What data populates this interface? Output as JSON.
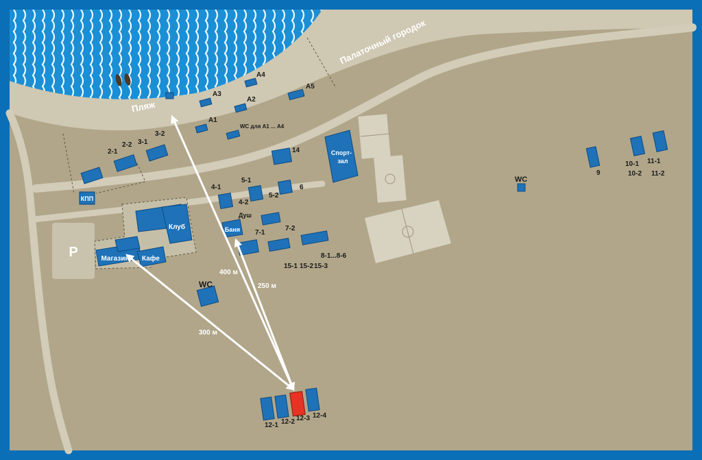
{
  "colors": {
    "frame": "#0a6fb6",
    "ground": "#b1a68a",
    "road": "#d2ccb8",
    "sea": "#1a8fd6",
    "building": "#1f72b8",
    "highlight": "#e63323",
    "court": "#d8d2c0"
  },
  "areas": {
    "beach": "Пляж",
    "tent_town": "Палаточный городок",
    "parking": "Р"
  },
  "facilities": {
    "club": "Клуб",
    "shop": "Магазин",
    "cafe": "Кафе",
    "sauna": "Баня",
    "shower": "Душ",
    "gym_line1": "Спорт-",
    "gym_line2": "зал",
    "checkpoint": "КПП",
    "wc": "WC",
    "wc_a": "WC для А1 ... А4"
  },
  "cabins": {
    "a1": "А1",
    "a2": "А2",
    "a3": "А3",
    "a4": "А4",
    "a5": "А5",
    "c2_1": "2-1",
    "c2_2": "2-2",
    "c3_1": "3-1",
    "c3_2": "3-2",
    "c4_1": "4-1",
    "c4_2": "4-2",
    "c5_1": "5-1",
    "c5_2": "5-2",
    "c6": "6",
    "c7_1": "7-1",
    "c7_2": "7-2",
    "c8": "8-1...8-6",
    "c9": "9",
    "c10_1": "10-1",
    "c10_2": "10-2",
    "c11_1": "11-1",
    "c11_2": "11-2",
    "c12_1": "12-1",
    "c12_2": "12-2",
    "c12_3": "12-3",
    "c12_4": "12-4",
    "c14": "14",
    "c15_1": "15-1",
    "c15_2": "15-2",
    "c15_3": "15-3"
  },
  "distances": {
    "beach": "400 м",
    "sauna": "250 м",
    "shop": "300 м"
  }
}
